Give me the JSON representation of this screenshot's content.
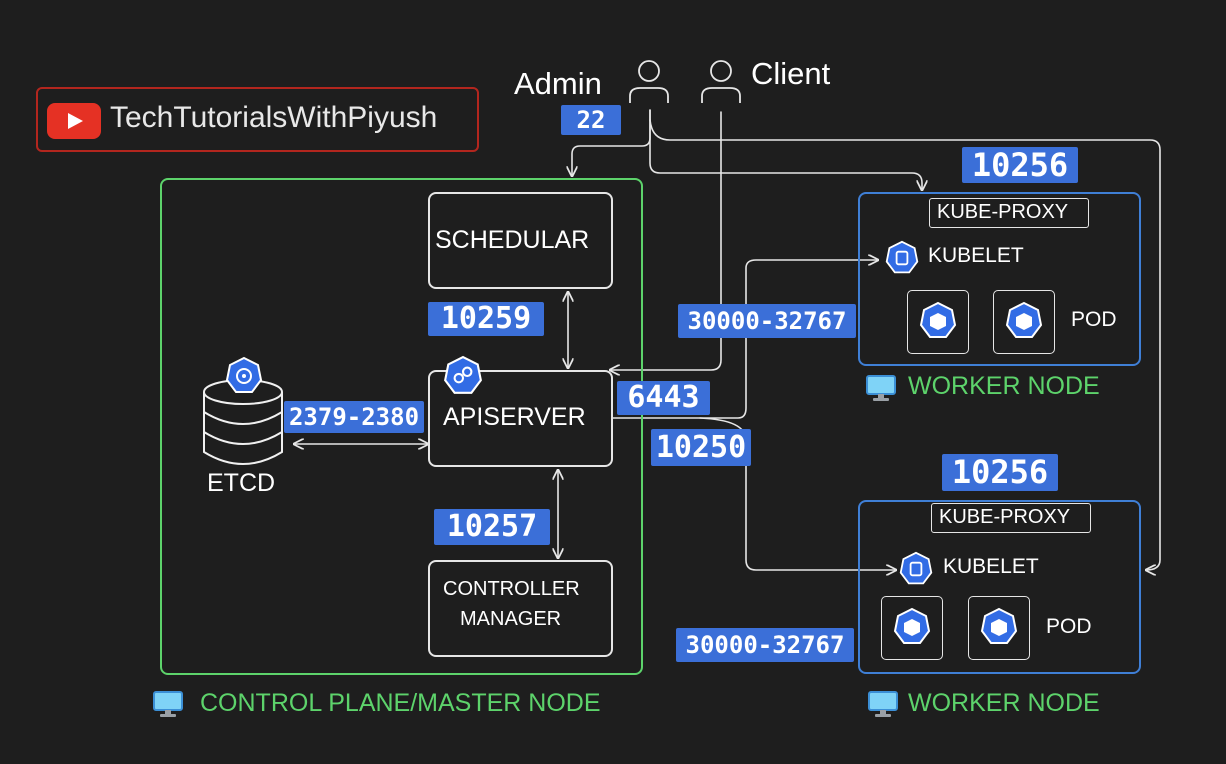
{
  "channel": {
    "name": "TechTutorialsWithPiyush"
  },
  "actors": {
    "admin": "Admin",
    "client": "Client"
  },
  "control_plane": {
    "caption": "CONTROL PLANE/MASTER NODE",
    "scheduler": "SCHEDULAR",
    "apiserver": "APISERVER",
    "etcd": "ETCD",
    "controller_manager_line1": "CONTROLLER",
    "controller_manager_line2": "MANAGER"
  },
  "workers": [
    {
      "caption": "WORKER NODE",
      "kube_proxy": "KUBE-PROXY",
      "kubelet": "KUBELET",
      "pod": "POD"
    },
    {
      "caption": "WORKER NODE",
      "kube_proxy": "KUBE-PROXY",
      "kubelet": "KUBELET",
      "pod": "POD"
    }
  ],
  "ports": {
    "ssh": "22",
    "kube_proxy_1": "10256",
    "kube_proxy_2": "10256",
    "scheduler": "10259",
    "nodeport_1": "30000-32767",
    "nodeport_2": "30000-32767",
    "apiserver": "6443",
    "etcd": "2379-2380",
    "kubelet": "10250",
    "controller_manager": "10257"
  },
  "colors": {
    "background": "#1e1e1e",
    "control_plane_border": "#5dd36b",
    "worker_border": "#3f7fd6",
    "port_badge": "#3b6fd8",
    "caption_green": "#5dd36b",
    "youtube_red": "#e53124"
  }
}
